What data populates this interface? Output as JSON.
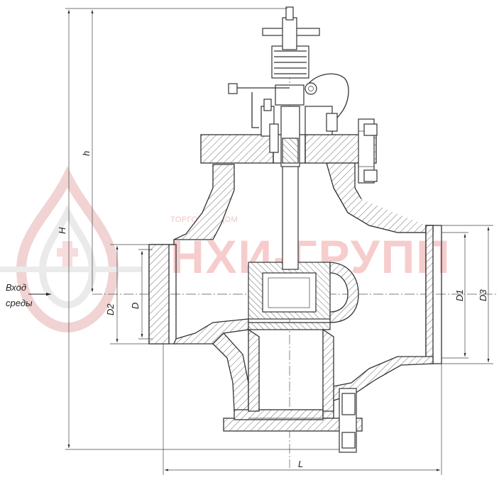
{
  "flow_label": {
    "line1": "Вход",
    "line2": "среды"
  },
  "dimensions": {
    "H": "H",
    "h": "h",
    "D": "D",
    "D1": "D1",
    "D2": "D2",
    "D3": "D3",
    "L": "L"
  },
  "watermark": {
    "subtitle": "ТОРГОВЫЙ ДОМ",
    "brand": "НХИ-ГРУПП"
  }
}
